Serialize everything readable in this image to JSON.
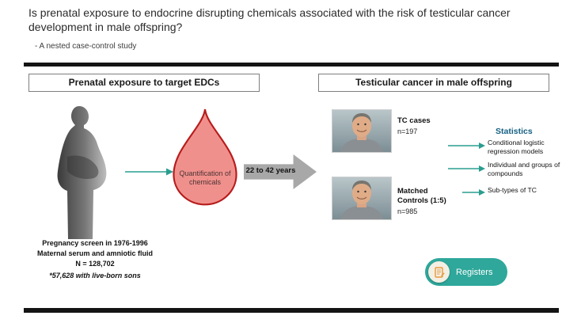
{
  "title": "Is prenatal exposure to endocrine disrupting chemicals associated with the risk of testicular cancer development in male offspring?",
  "subtitle": "- A nested case-control study",
  "exposure": {
    "header": "Prenatal exposure to target EDCs",
    "drop_label": "Quantification of chemicals",
    "footnotes": [
      "Pregnancy screen in 1976-1996",
      "Maternal serum and amniotic fluid",
      "N = 128,702",
      "*57,628 with live-born sons"
    ]
  },
  "timeline": {
    "arrow_label": "22 to 42 years"
  },
  "outcome": {
    "header": "Testicular cancer in male offspring",
    "cases_label": "TC cases",
    "cases_n": "n=197",
    "controls_label": "Matched Controls (1:5)",
    "controls_n": "n=985",
    "statistics_title": "Statistics",
    "stat_items": [
      "Conditional logistic regression models",
      "Individual and groups of compounds",
      "Sub-types of TC"
    ],
    "registers_label": "Registers"
  },
  "colors": {
    "accent_teal": "#2a9d8f",
    "statistics_blue": "#156082",
    "drop_fill": "#f0908c",
    "drop_stroke": "#b71c1c",
    "arrow_gray": "#a8a8a8",
    "registers_teal": "#2fa79b"
  }
}
